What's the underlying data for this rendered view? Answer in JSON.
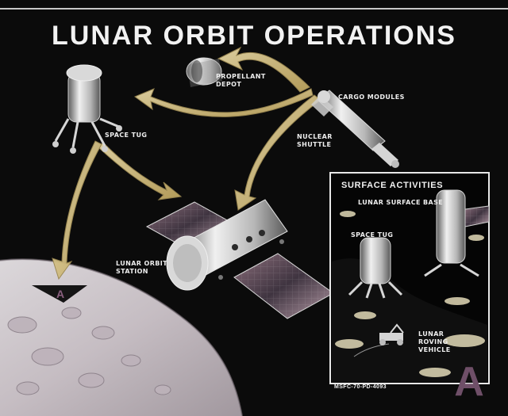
{
  "poster": {
    "title": "LUNAR ORBIT OPERATIONS",
    "labels": {
      "propellant_depot": "PROPELLANT\nDEPOT",
      "cargo_modules": "CARGO MODULES",
      "space_tug": "SPACE TUG",
      "nuclear_shuttle": "NUCLEAR\nSHUTTLE",
      "lunar_orbit_station": "LUNAR ORBIT\nSTATION"
    },
    "inset": {
      "title": "SURFACE ACTIVITIES",
      "labels": {
        "lunar_surface_base": "LUNAR SURFACE BASE",
        "space_tug": "SPACE TUG",
        "lunar_roving_vehicle": "LUNAR\nROVING\nVEHICLE"
      }
    },
    "code": "MSFC-70-PD-4093",
    "big_letter": "A",
    "small_letter": "A"
  }
}
